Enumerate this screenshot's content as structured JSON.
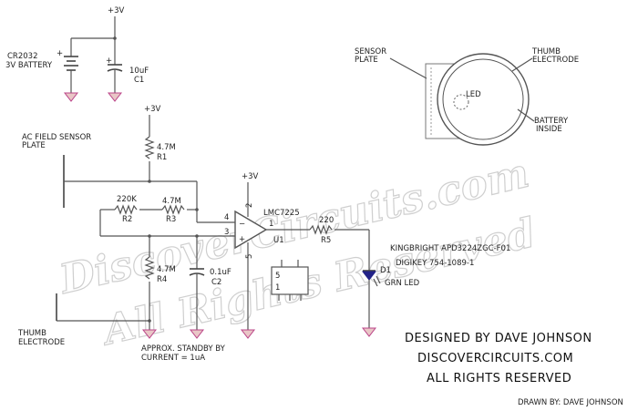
{
  "watermark": {
    "line1": "DiscoverCircuits.com",
    "line2": "All Rights Reserved"
  },
  "supply": {
    "rail_label_top": "+3V",
    "rail_label_mid": "+3V",
    "rail_label_opamp": "+3V",
    "battery_label_1": "CR2032",
    "battery_label_2": "3V BATTERY",
    "battery_plus": "+",
    "c1_value": "10uF",
    "c1_ref": "C1",
    "c1_plus": "+"
  },
  "sensor": {
    "label_1": "AC FIELD SENSOR",
    "label_2": "PLATE",
    "thumb_label_1": "THUMB",
    "thumb_label_2": "ELECTRODE"
  },
  "parts": {
    "r1_value": "4.7M",
    "r1_ref": "R1",
    "r2_value": "220K",
    "r2_ref": "R2",
    "r3_value": "4.7M",
    "r3_ref": "R3",
    "r4_value": "4.7M",
    "r4_ref": "R4",
    "r5_value": "220",
    "r5_ref": "R5",
    "c2_value": "0.1uF",
    "c2_ref": "C2",
    "u1_part": "LMC7225",
    "u1_ref": "U1",
    "pin_4": "4",
    "pin_3": "3",
    "pin_2": "2",
    "pin_5": "5",
    "pin_1": "1",
    "ic_pin_5": "5",
    "ic_pin_1": "1",
    "minus": "−",
    "plus": "+",
    "d1_ref": "D1",
    "d1_desc": "GRN LED",
    "led_part": "KINGBRIGHT APD3224ZGC-F01",
    "led_digikey": "DIGIKEY 754-1089-1"
  },
  "notes": {
    "standby_1": "APPROX. STANDBY BY",
    "standby_2": "CURRENT = 1uA"
  },
  "drawing": {
    "sensor_plate_1": "SENSOR",
    "sensor_plate_2": "PLATE",
    "thumb_1": "THUMB",
    "thumb_2": "ELECTRODE",
    "led": "LED",
    "battery_1": "BATTERY",
    "battery_2": "INSIDE"
  },
  "credits": {
    "designed_by": "DESIGNED BY DAVE JOHNSON",
    "site": "DISCOVERCIRCUITS.COM",
    "rights": "ALL RIGHTS RESERVED",
    "drawn_by": "DRAWN BY: DAVE JOHNSON"
  }
}
